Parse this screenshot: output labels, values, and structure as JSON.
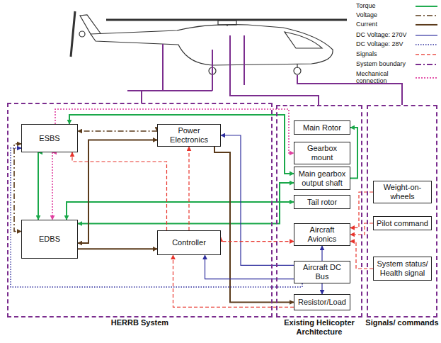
{
  "diagram": {
    "nodes": [
      {
        "text": [
          "HERRB System"
        ]
      },
      {
        "text": [
          "ESBS"
        ],
        "in": 0
      },
      {
        "text": [
          "Power Electronics"
        ],
        "in": 0
      },
      {
        "text": [
          "EDBS"
        ],
        "in": 0
      },
      {
        "text": [
          "Controller"
        ],
        "in": 0
      },
      {
        "text": [
          "Existing Helicopter Architecture"
        ]
      },
      {
        "text": [
          "Main Rotor"
        ],
        "in": 5
      },
      {
        "text": [
          "Gearbox mount"
        ],
        "in": 5
      },
      {
        "text": [
          "Main gearbox output shaft"
        ],
        "in": 5
      },
      {
        "text": [
          "Tail rotor"
        ],
        "in": 5
      },
      {
        "text": [
          "Aircraft Avionics"
        ],
        "in": 5
      },
      {
        "text": [
          "Aircraft DC Bus"
        ],
        "in": 5
      },
      {
        "text": [
          "Resistor/Load"
        ],
        "in": 5
      },
      {
        "text": [
          "Signals/ commands"
        ]
      },
      {
        "text": [
          "Weight-on-wheels"
        ],
        "in": 13
      },
      {
        "text": [
          "Pilot command"
        ],
        "in": 13
      },
      {
        "text": [
          "System status/ Health signal"
        ],
        "in": 13
      }
    ],
    "edges": [
      {
        "from": 1,
        "to": 3,
        "arrow": "both"
      },
      {
        "from": 1,
        "to": 3,
        "arrow": "both"
      },
      {
        "from": 1,
        "to": 3,
        "arrow": "both"
      },
      {
        "from": 1,
        "to": 8,
        "arrow": "both"
      },
      {
        "from": 1,
        "to": 7,
        "arrow": "to"
      },
      {
        "from": 3,
        "to": 8,
        "arrow": "both"
      },
      {
        "from": 3,
        "to": 9,
        "arrow": "both"
      },
      {
        "from": 2,
        "to": 3,
        "arrow": "both"
      },
      {
        "from": 2,
        "to": 1,
        "arrow": "both"
      },
      {
        "from": 8,
        "to": 6,
        "arrow": "to"
      },
      {
        "from": 2,
        "to": 12,
        "arrow": "to"
      },
      {
        "from": 11,
        "to": 2,
        "arrow": "to"
      },
      {
        "from": 11,
        "to": 4,
        "arrow": "to"
      },
      {
        "from": 11,
        "to": 12,
        "arrow": "to"
      },
      {
        "from": 11,
        "to": 10,
        "arrow": "to"
      },
      {
        "from": 11,
        "to": 1,
        "arrow": "to"
      },
      {
        "from": 4,
        "to": 10,
        "arrow": "both"
      },
      {
        "from": 4,
        "to": 2,
        "arrow": "to"
      },
      {
        "from": 4,
        "to": 1,
        "arrow": "to"
      },
      {
        "from": 3,
        "to": 4,
        "arrow": "to"
      },
      {
        "from": 14,
        "to": 10,
        "arrow": "to"
      },
      {
        "from": 15,
        "to": 10,
        "arrow": "to"
      },
      {
        "from": 16,
        "to": 10,
        "arrow": "to"
      },
      {
        "from": 12,
        "to": 4,
        "arrow": "to"
      }
    ],
    "legend": [
      {
        "text": "Torque"
      },
      {
        "text": "Voltage"
      },
      {
        "text": "Current"
      },
      {
        "text": "DC Voltage: 270V"
      },
      {
        "text": "DC Voltage: 28V"
      },
      {
        "text": "Signals"
      },
      {
        "text": "System boundary"
      },
      {
        "text": "Mechanical connection"
      }
    ]
  }
}
